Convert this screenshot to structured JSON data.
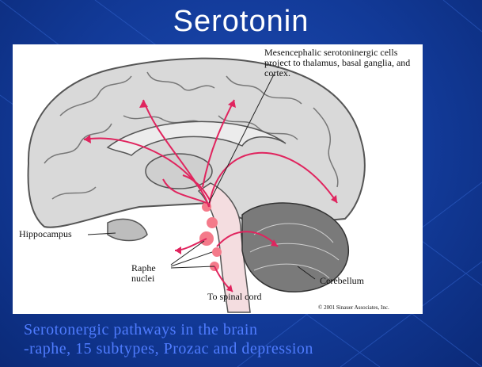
{
  "title": "Serotonin",
  "figure": {
    "label_projection": "Mesencephalic serotoninergic cells project to thalamus, basal ganglia, and cortex.",
    "label_hippocampus": "Hippocampus",
    "label_raphe": "Raphe nuclei",
    "label_cerebellum": "Cerebellum",
    "label_spinal": "To spinal cord",
    "copyright": "© 2001 Sinauer Associates, Inc.",
    "colors": {
      "pathway": "#e0245e",
      "raphe": "#f47a8a",
      "pathway_fill": "#f9dfe2"
    }
  },
  "caption": {
    "line1": "Serotonergic pathways in the brain",
    "line2": "-raphe, 15 subtypes, Prozac and depression"
  }
}
